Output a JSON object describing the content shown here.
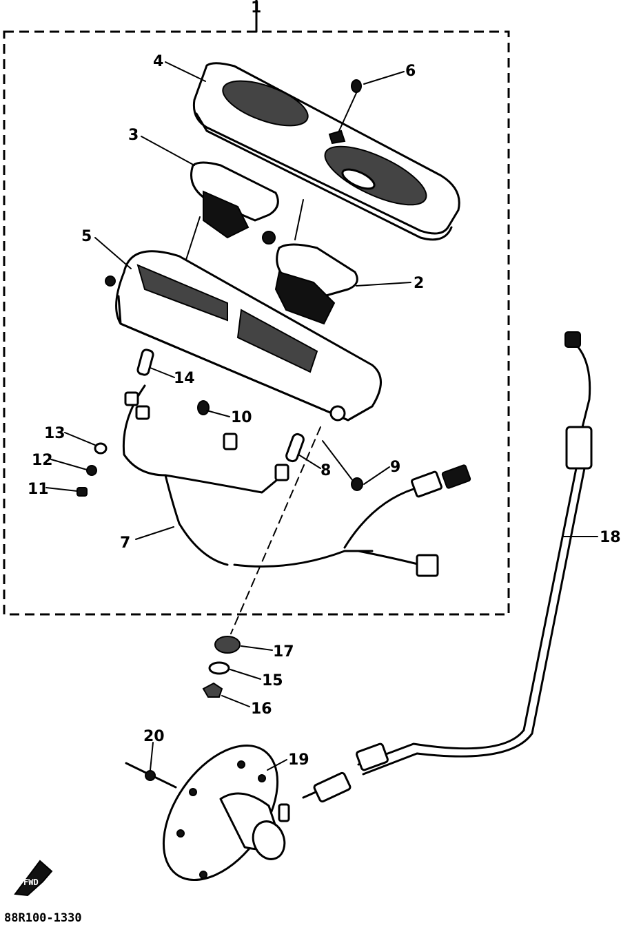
{
  "diagram": {
    "assembly_number": "1",
    "drawing_code": "88R100-1330",
    "front_arrow_label": "FWD",
    "parts": [
      {
        "number": "2"
      },
      {
        "number": "3"
      },
      {
        "number": "4"
      },
      {
        "number": "5"
      },
      {
        "number": "6"
      },
      {
        "number": "7"
      },
      {
        "number": "8"
      },
      {
        "number": "9"
      },
      {
        "number": "10"
      },
      {
        "number": "11"
      },
      {
        "number": "12"
      },
      {
        "number": "13"
      },
      {
        "number": "14"
      },
      {
        "number": "15"
      },
      {
        "number": "16"
      },
      {
        "number": "17"
      },
      {
        "number": "18"
      },
      {
        "number": "19"
      },
      {
        "number": "20"
      }
    ]
  }
}
